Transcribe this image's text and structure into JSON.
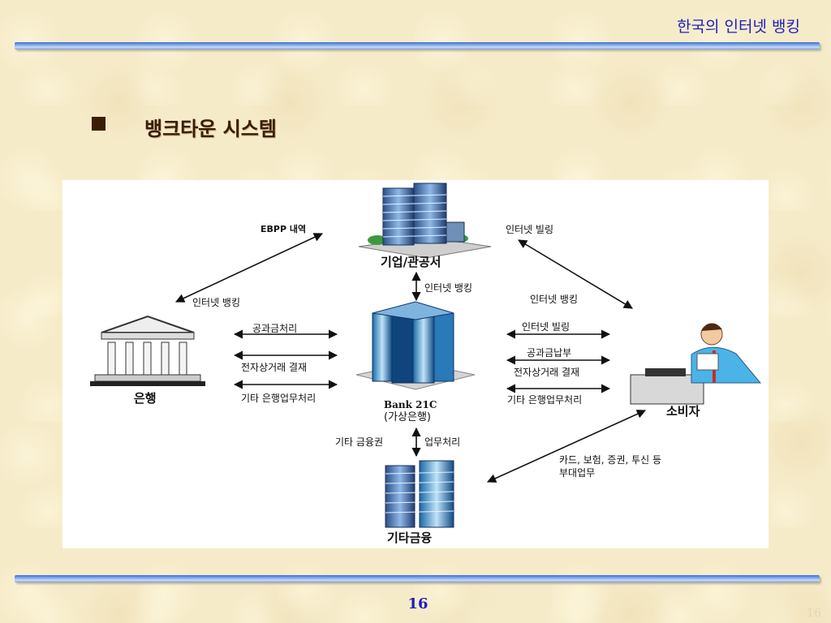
{
  "header": {
    "title": "한국의 인터넷 뱅킹"
  },
  "slide": {
    "heading": "뱅크타운 시스템"
  },
  "diagram": {
    "nodes": {
      "enterprise": "기업/관공서",
      "bank21c_name": "Bank 21C",
      "bank21c_sub": "(가상은행)",
      "bank": "은행",
      "consumer": "소비자",
      "other_finance": "기타금융"
    },
    "labels": {
      "ebpp": "EBPP 내역",
      "internet_billing_top": "인터넷 빌링",
      "internet_banking_left": "인터넷 뱅킹",
      "internet_banking_center": "인터넷 뱅킹",
      "internet_banking_right": "인터넷 뱅킹",
      "left_1": "공과금처리",
      "left_2": "전자상거래 결재",
      "left_3": "기타 은행업무처리",
      "right_1": "인터넷 빌링",
      "right_2": "공과금납부",
      "right_3": "전자상거래 결재",
      "right_4": "기타 은행업무처리",
      "bottom_left": "기타 금융권",
      "bottom_right": "업무처리",
      "consumer_service_1": "카드, 보험, 증권, 투신  등",
      "consumer_service_2": "부대업무"
    }
  },
  "footer": {
    "page_number": "16",
    "corner_number": "16"
  }
}
